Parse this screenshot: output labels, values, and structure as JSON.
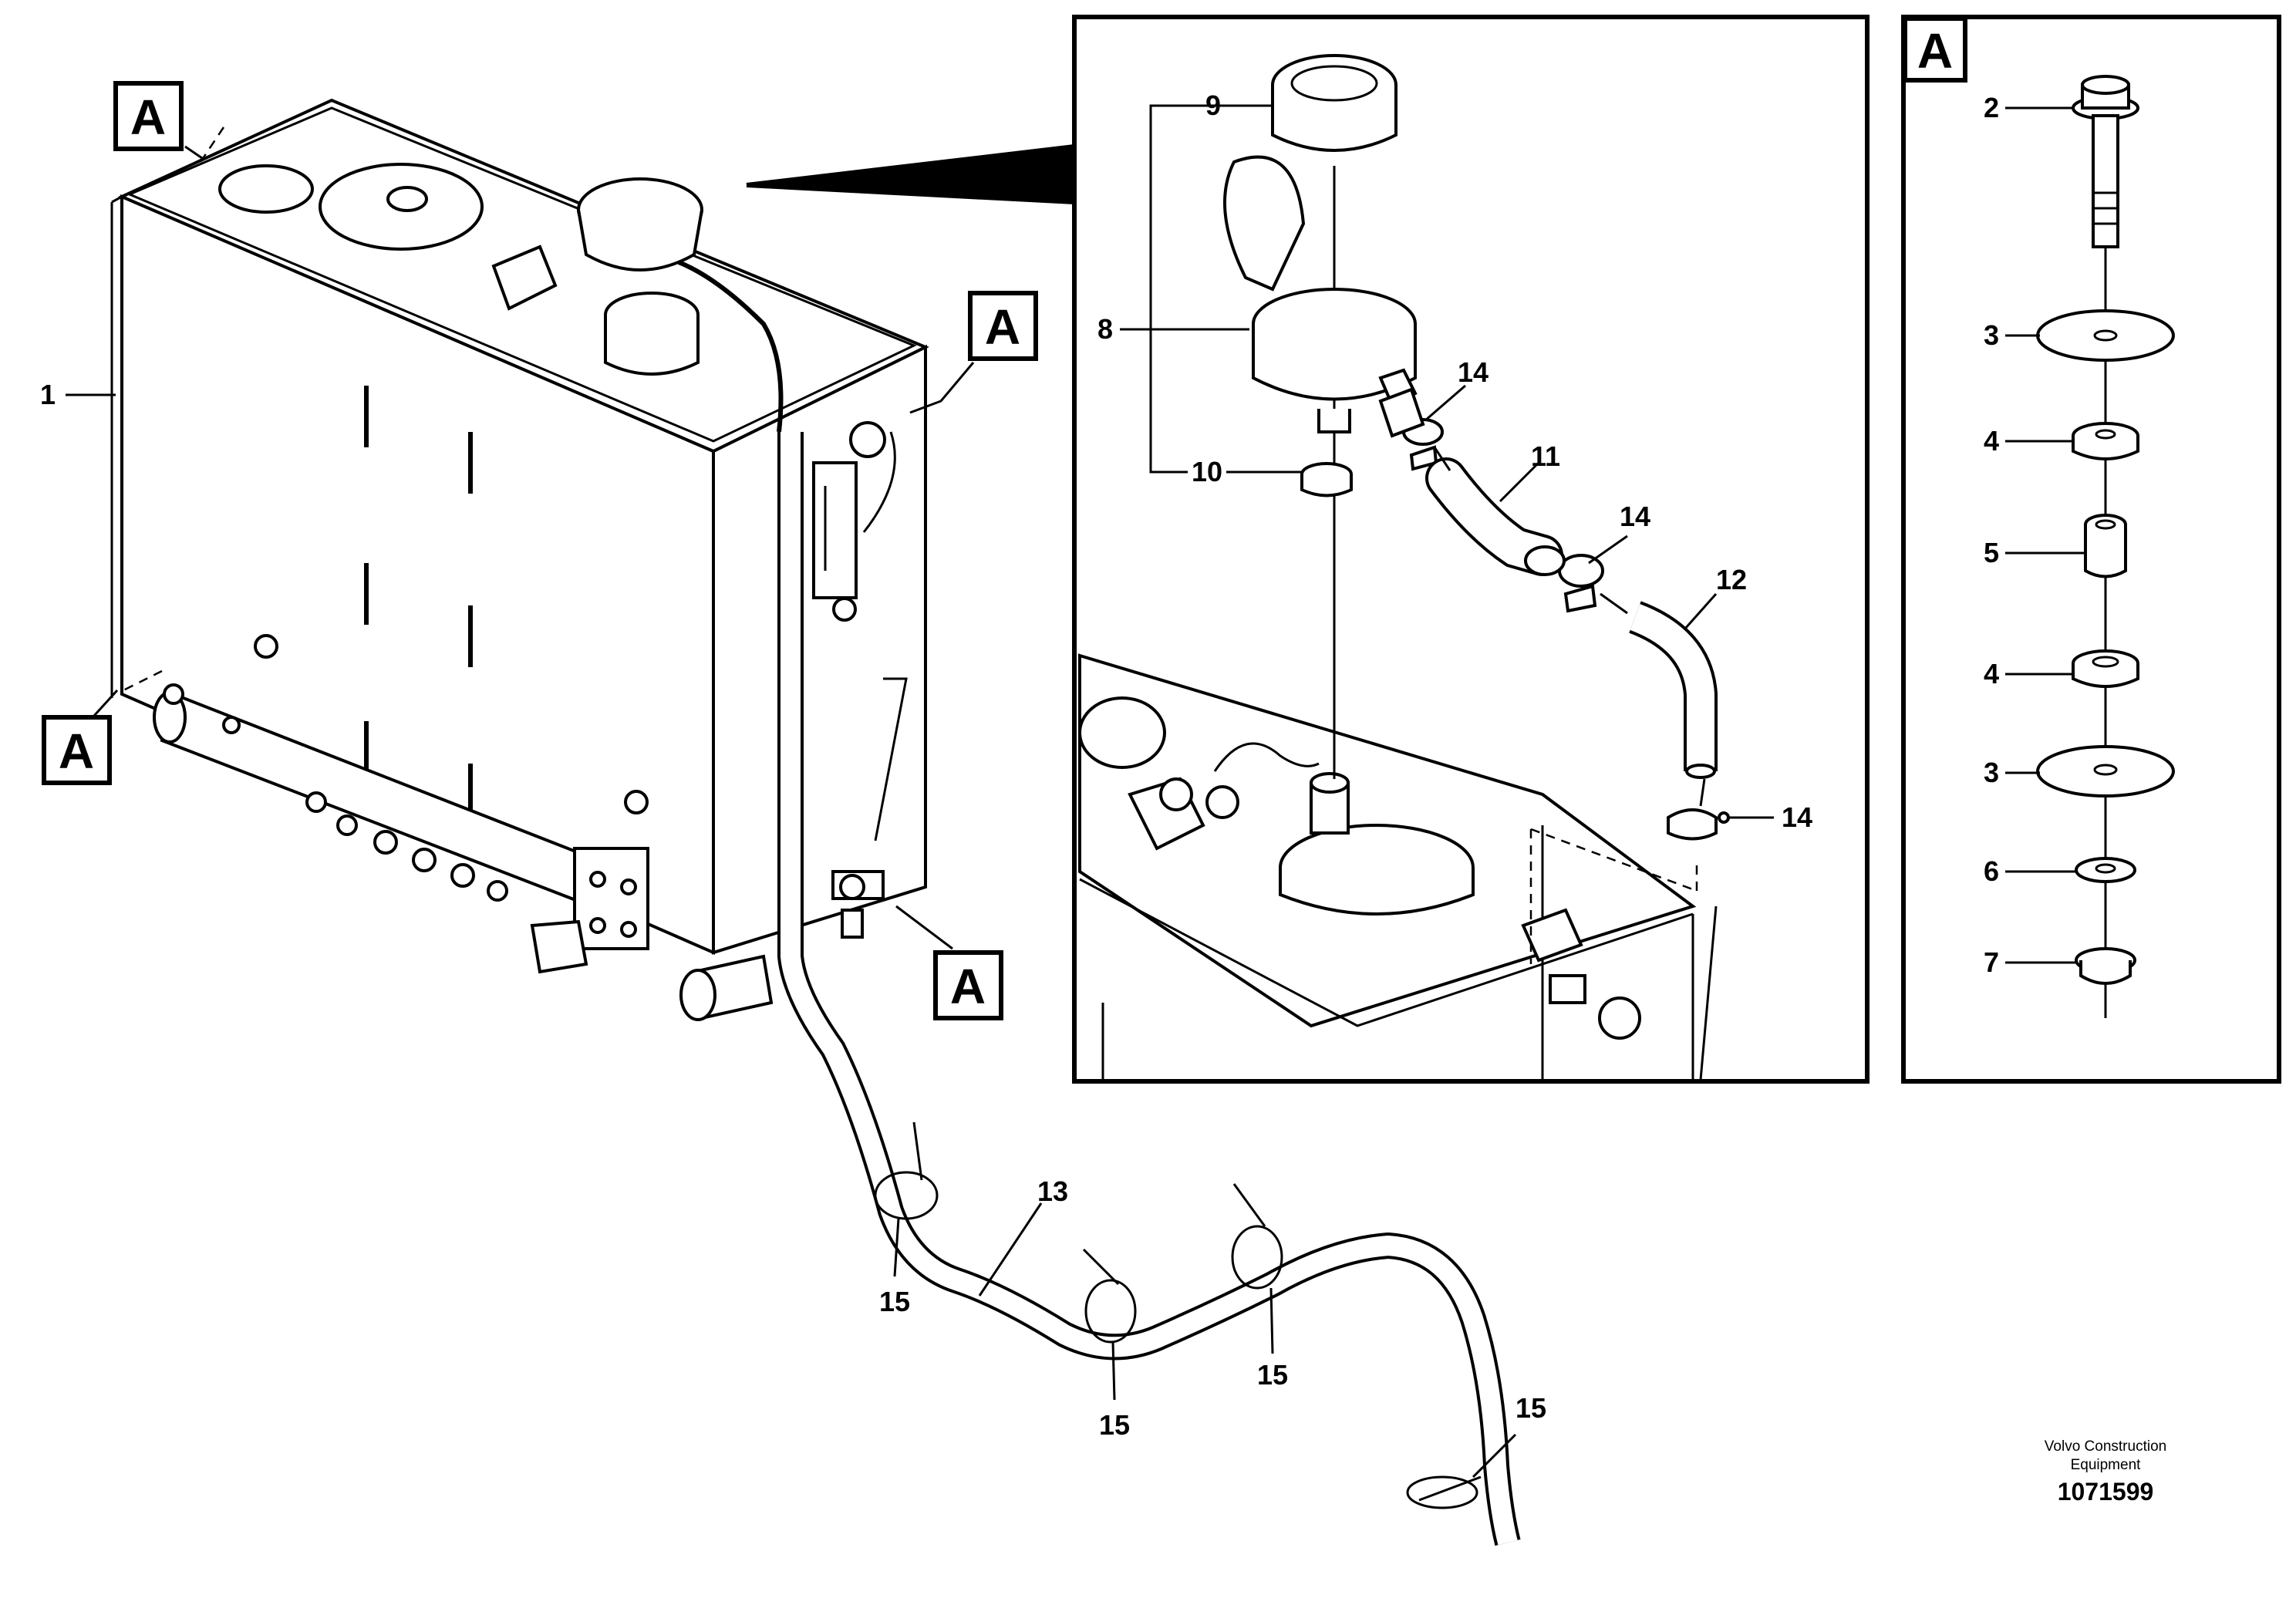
{
  "callouts": {
    "c1": "1",
    "c2": "2",
    "c3a": "3",
    "c3b": "3",
    "c4a": "4",
    "c4b": "4",
    "c5": "5",
    "c6": "6",
    "c7": "7",
    "c8": "8",
    "c9": "9",
    "c10": "10",
    "c11": "11",
    "c12": "12",
    "c13": "13",
    "c14a": "14",
    "c14b": "14",
    "c14c": "14",
    "c15a": "15",
    "c15b": "15",
    "c15c": "15",
    "c15d": "15"
  },
  "detail_refs": {
    "ref_top_left": "A",
    "ref_top_right": "A",
    "ref_left": "A",
    "ref_bottom": "A",
    "panel_label": "A"
  },
  "footer": {
    "company_line1": "Volvo Construction",
    "company_line2": "Equipment",
    "document_number": "1071599"
  }
}
